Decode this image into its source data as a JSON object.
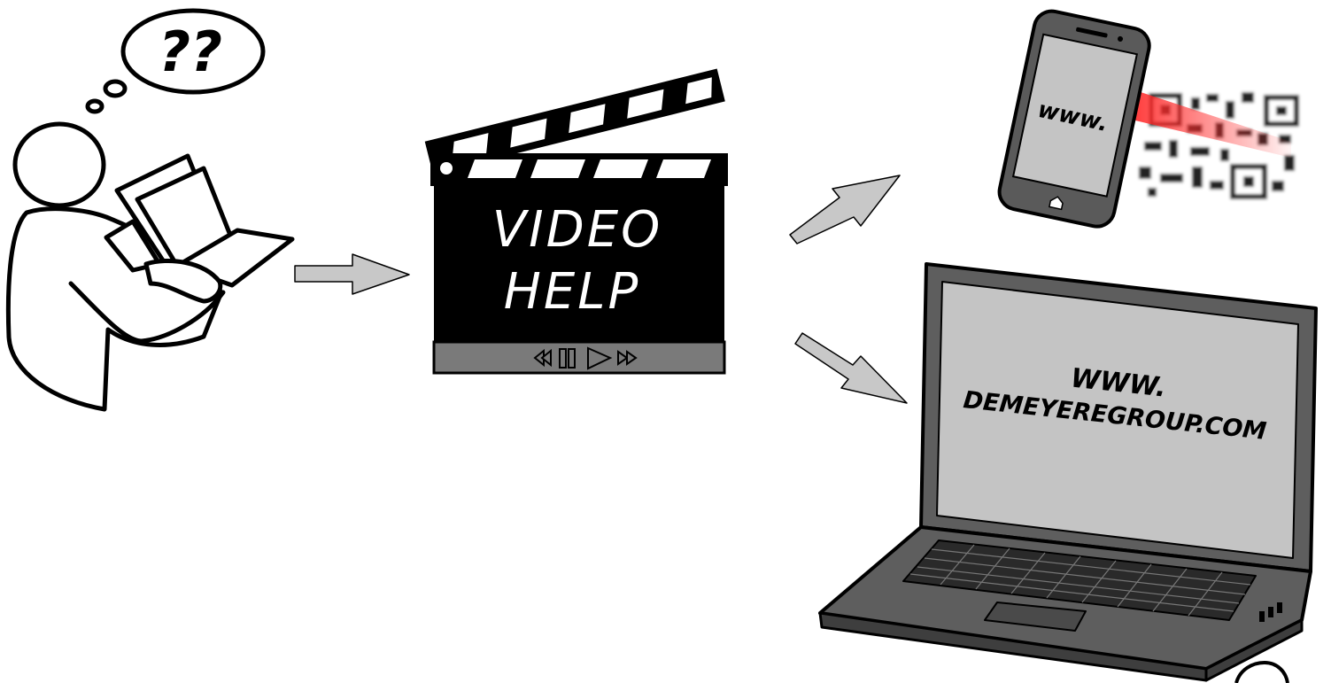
{
  "thought_bubble": {
    "text": "??"
  },
  "clapperboard": {
    "line1": "VIDEO",
    "line2": "HELP"
  },
  "phone": {
    "screen_text": "www."
  },
  "laptop": {
    "screen_line1": "WWW.",
    "screen_line2": "DEMEYEREGROUP.COM"
  },
  "colors": {
    "stroke": "#000000",
    "arrow_fill": "#c8c8c8",
    "screen": "#c4c4c4",
    "device_body": "#5a5a5a",
    "laser": "#ff2a2a"
  },
  "icons": [
    "person-icon",
    "thought-bubble-icon",
    "clapperboard-icon",
    "arrow-icon",
    "smartphone-icon",
    "qr-code-icon",
    "laptop-icon"
  ]
}
